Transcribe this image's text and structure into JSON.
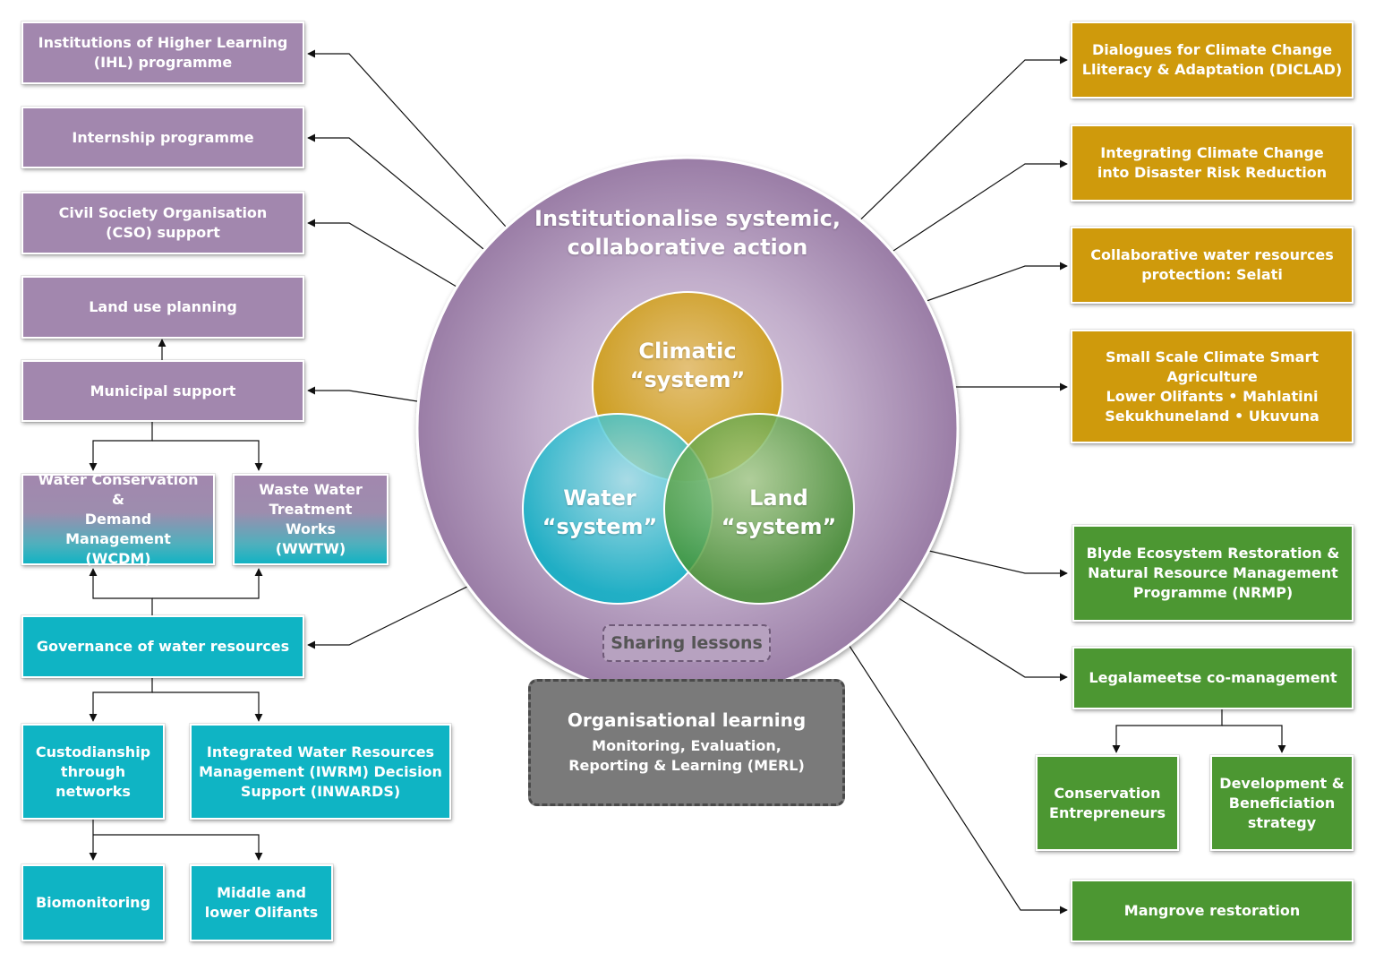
{
  "colors": {
    "purple": "#a287ae",
    "gold": "#cf9a0c",
    "green": "#4c9732",
    "teal": "#0fb4c4",
    "grey": "#7a7a7a"
  },
  "center": {
    "title": "Institutionalise systemic,\ncollaborative action",
    "climatic": "Climatic\n“system”",
    "water": "Water\n“system”",
    "land": "Land\n“system”",
    "sharing": "Sharing lessons",
    "org_title": "Organisational learning",
    "org_sub": "Monitoring, Evaluation,\nReporting & Learning (MERL)"
  },
  "left": {
    "ihl": "Institutions of Higher Learning\n(IHL) programme",
    "internship": "Internship programme",
    "cso": "Civil Society Organisation\n(CSO) support",
    "landuse": "Land use planning",
    "municipal": "Municipal support",
    "wcdm": "Water Conservation &\nDemand Management\n(WCDM)",
    "wwtw": "Waste Water\nTreatment Works\n(WWTW)",
    "governance": "Governance of water resources",
    "custodianship": "Custodianship\nthrough\nnetworks",
    "iwrm": "Integrated Water Resources\nManagement (IWRM) Decision\nSupport (INWARDS)",
    "biomonitoring": "Biomonitoring",
    "olifants": "Middle and\nlower Olifants"
  },
  "right": {
    "diclad": "Dialogues for Climate Change\nLliteracy & Adaptation (DICLAD)",
    "drr": "Integrating Climate Change\ninto Disaster Risk Reduction",
    "selati": "Collaborative water resources\nprotection: Selati",
    "smart": "Small Scale Climate Smart\nAgriculture\nLower Olifants • Mahlatini\nSekukhuneland • Ukuvuna",
    "nrmp": "Blyde Ecosystem Restoration &\nNatural Resource Management\nProgramme (NRMP)",
    "legalameetse": "Legalameetse co-management",
    "conservation": "Conservation\nEntrepreneurs",
    "development": "Development &\nBeneficiation\nstrategy",
    "mangrove": "Mangrove restoration"
  }
}
